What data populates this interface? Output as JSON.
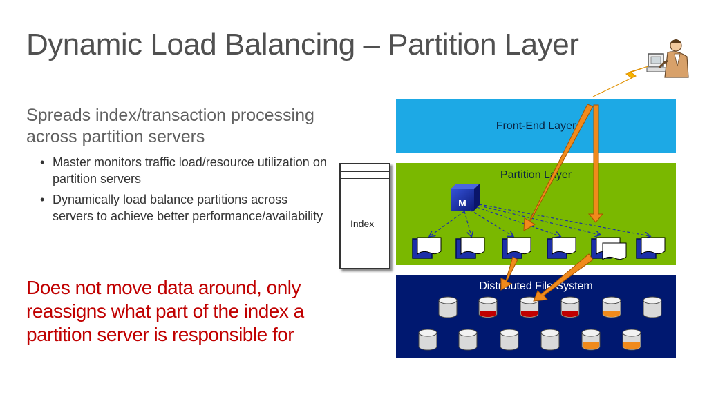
{
  "slide": {
    "title": "Dynamic Load Balancing – Partition Layer",
    "subhead": "Spreads index/transaction processing across partition servers",
    "bullets": [
      "Master monitors traffic load/resource utilization on partition servers",
      "Dynamically load balance partitions across servers to achieve better performance/availability"
    ],
    "note": "Does not move data around, only reassigns what part of the index a partition server is responsible for"
  },
  "diagram": {
    "index_label": "Index",
    "front_end_label": "Front-End Layer",
    "partition_label": "Partition Layer",
    "master_label": "M",
    "dfs_label": "Distributed File System",
    "colors": {
      "front_end": "#1da9e5",
      "partition": "#7ab800",
      "dfs": "#001870",
      "arrow": "#f08a1c",
      "note_text": "#c00000",
      "master": "#1c2fa8"
    }
  }
}
